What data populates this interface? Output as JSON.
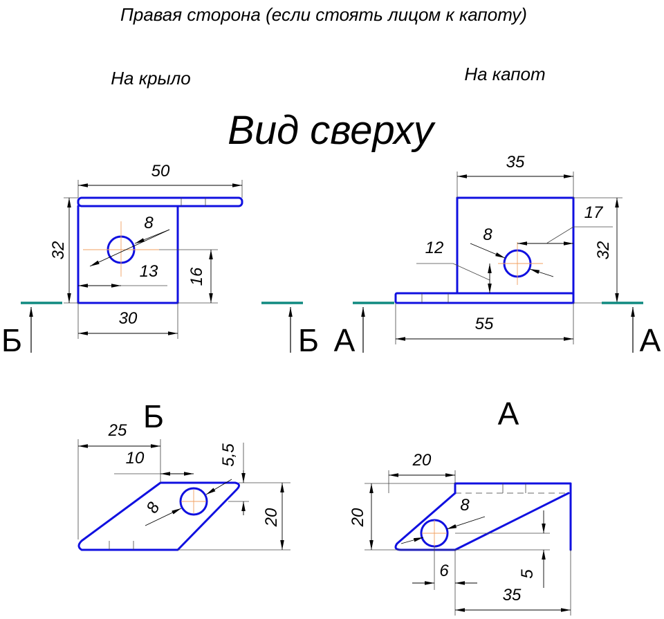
{
  "header": {
    "title": "Правая сторона (если стоять лицом к капоту)"
  },
  "labels": {
    "left": "На крыло",
    "right": "На капот",
    "view": "Вид сверху"
  },
  "top_left": {
    "d_width": "50",
    "d_height": "32",
    "d_hole": "8",
    "d_hole_x": "13",
    "d_hole_y": "16",
    "d_bottom": "30",
    "section_left": "Б",
    "section_right": "Б"
  },
  "top_right": {
    "d_width": "35",
    "d_height": "32",
    "d_hole": "8",
    "d_hole_x": "17",
    "d_hole_y": "12",
    "d_bottom": "55",
    "section_left": "А",
    "section_right": "А"
  },
  "view_b": {
    "title": "Б",
    "d_25": "25",
    "d_10": "10",
    "d_55": "5,5",
    "d_hole": "8",
    "d_20": "20"
  },
  "view_a": {
    "title": "А",
    "d_top": "20",
    "d_height": "20",
    "d_hole": "8",
    "d_6": "6",
    "d_5": "5",
    "d_35": "35"
  },
  "colors": {
    "part": "#1010e0",
    "section": "#108a80",
    "center": "#f0a060"
  }
}
